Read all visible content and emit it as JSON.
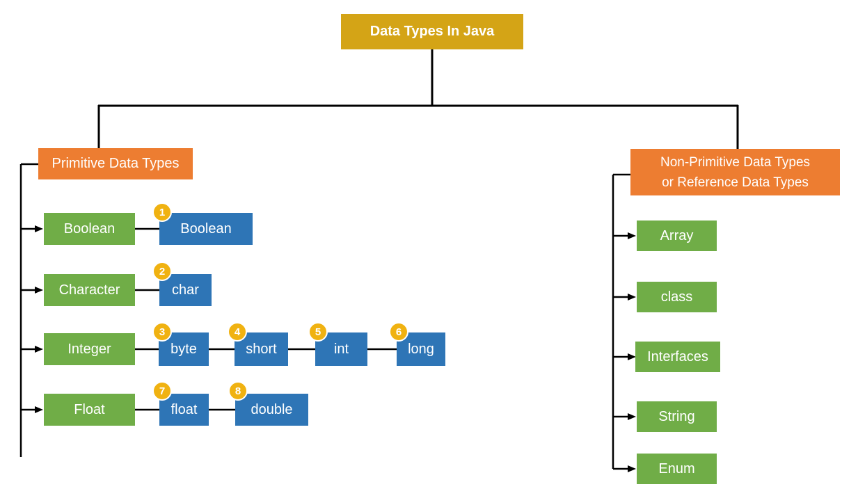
{
  "title": "Data Types In Java",
  "colors": {
    "gold": "#D4A416",
    "orange": "#ED7D31",
    "green": "#70AD47",
    "blue": "#2E75B6",
    "badge_yellow": "#F0B211",
    "connector": "#000000"
  },
  "primitive": {
    "header": "Primitive Data Types",
    "rows": [
      {
        "category": "Boolean",
        "types": [
          {
            "num": "1",
            "label": "Boolean"
          }
        ]
      },
      {
        "category": "Character",
        "types": [
          {
            "num": "2",
            "label": "char"
          }
        ]
      },
      {
        "category": "Integer",
        "types": [
          {
            "num": "3",
            "label": "byte"
          },
          {
            "num": "4",
            "label": "short"
          },
          {
            "num": "5",
            "label": "int"
          },
          {
            "num": "6",
            "label": "long"
          }
        ]
      },
      {
        "category": "Float",
        "types": [
          {
            "num": "7",
            "label": "float"
          },
          {
            "num": "8",
            "label": "double"
          }
        ]
      }
    ]
  },
  "non_primitive": {
    "header_line1": "Non-Primitive Data Types",
    "header_line2": "or Reference Data Types",
    "items": [
      "Array",
      "class",
      "Interfaces",
      "String",
      "Enum"
    ]
  }
}
